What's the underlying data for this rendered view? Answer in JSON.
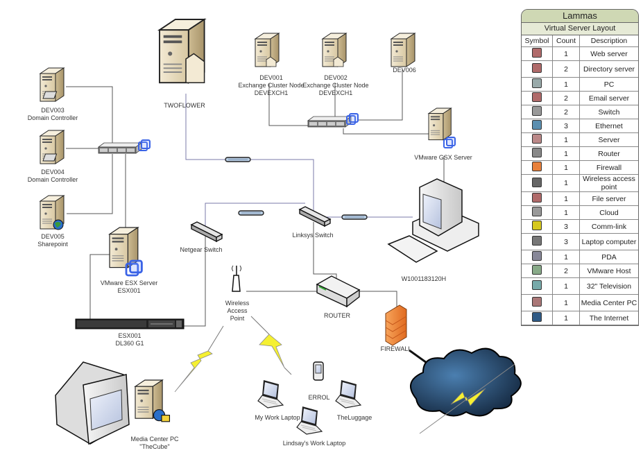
{
  "diagram": {
    "nodes": {
      "dev003": {
        "name": "DEV003",
        "role": "Domain Controller"
      },
      "dev004": {
        "name": "DEV004",
        "role": "Domain Controller"
      },
      "dev005": {
        "name": "DEV005",
        "role": "Sharepoint"
      },
      "twoflower": {
        "name": "TWOFLOWER"
      },
      "dev001": {
        "name": "DEV001",
        "role": "Exchange Cluster Node",
        "cluster": "DEVEXCH1"
      },
      "dev002": {
        "name": "DEV002",
        "role": "Exchange Cluster Node",
        "cluster": "DEVEXCH1"
      },
      "dev006": {
        "name": "DEV006"
      },
      "gsx": {
        "name": "VMware GSX Server"
      },
      "workstation": {
        "name": "W1001183120H"
      },
      "esx_server": {
        "name": "VMware ESX Server",
        "host": "ESX001"
      },
      "esx_rack": {
        "name": "ESX001",
        "model": "DL360 G1"
      },
      "netgear": {
        "name": "Netgear Switch"
      },
      "linksys": {
        "name": "Linksys Switch"
      },
      "wap": {
        "line1": "Wireless",
        "line2": "Access",
        "line3": "Point"
      },
      "router": {
        "name": "ROUTER"
      },
      "firewall": {
        "name": "FIREWALL"
      },
      "mediacenter": {
        "name": "Media Center PC",
        "alias": "\"TheCube\""
      },
      "errol": {
        "name": "ERROL"
      },
      "laptop1": {
        "name": "My Work Laptop"
      },
      "laptop2": {
        "name": "TheLuggage"
      },
      "laptop3": {
        "name": "Lindsay's Work Laptop"
      }
    }
  },
  "legend": {
    "title": "Lammas",
    "subtitle": "Virtual Server Layout",
    "headers": [
      "Symbol",
      "Count",
      "Description"
    ],
    "rows": [
      {
        "icon": "web-server-icon",
        "count": "1",
        "description": "Web server"
      },
      {
        "icon": "directory-server-icon",
        "count": "2",
        "description": "Directory server"
      },
      {
        "icon": "pc-icon",
        "count": "1",
        "description": "PC"
      },
      {
        "icon": "email-server-icon",
        "count": "2",
        "description": "Email server"
      },
      {
        "icon": "switch-icon",
        "count": "2",
        "description": "Switch"
      },
      {
        "icon": "ethernet-icon",
        "count": "3",
        "description": "Ethernet"
      },
      {
        "icon": "server-icon",
        "count": "1",
        "description": "Server"
      },
      {
        "icon": "router-icon",
        "count": "1",
        "description": "Router"
      },
      {
        "icon": "firewall-icon",
        "count": "1",
        "description": "Firewall"
      },
      {
        "icon": "wireless-access-point-icon",
        "count": "1",
        "description": "Wireless access point"
      },
      {
        "icon": "file-server-icon",
        "count": "1",
        "description": "File server"
      },
      {
        "icon": "cloud-icon",
        "count": "1",
        "description": "Cloud"
      },
      {
        "icon": "comm-link-icon",
        "count": "3",
        "description": "Comm-link"
      },
      {
        "icon": "laptop-icon",
        "count": "3",
        "description": "Laptop computer"
      },
      {
        "icon": "pda-icon",
        "count": "1",
        "description": "PDA"
      },
      {
        "icon": "vmware-host-icon",
        "count": "2",
        "description": "VMware Host"
      },
      {
        "icon": "television-icon",
        "count": "1",
        "description": "32\" Television"
      },
      {
        "icon": "media-center-pc-icon",
        "count": "1",
        "description": "Media Center PC"
      },
      {
        "icon": "internet-icon",
        "count": "1",
        "description": "The Internet"
      }
    ]
  },
  "colors": {
    "server_body": "#e8dcc0",
    "server_side": "#c9b78f",
    "vmware_blue": "#3366ee",
    "firewall": "#f08a3c",
    "cloud": "#2f5a85",
    "lightning": "#f5f032",
    "line": "#555555",
    "ethernet_blue": "#b8cde3",
    "legend_header": "#cfd8b4"
  }
}
